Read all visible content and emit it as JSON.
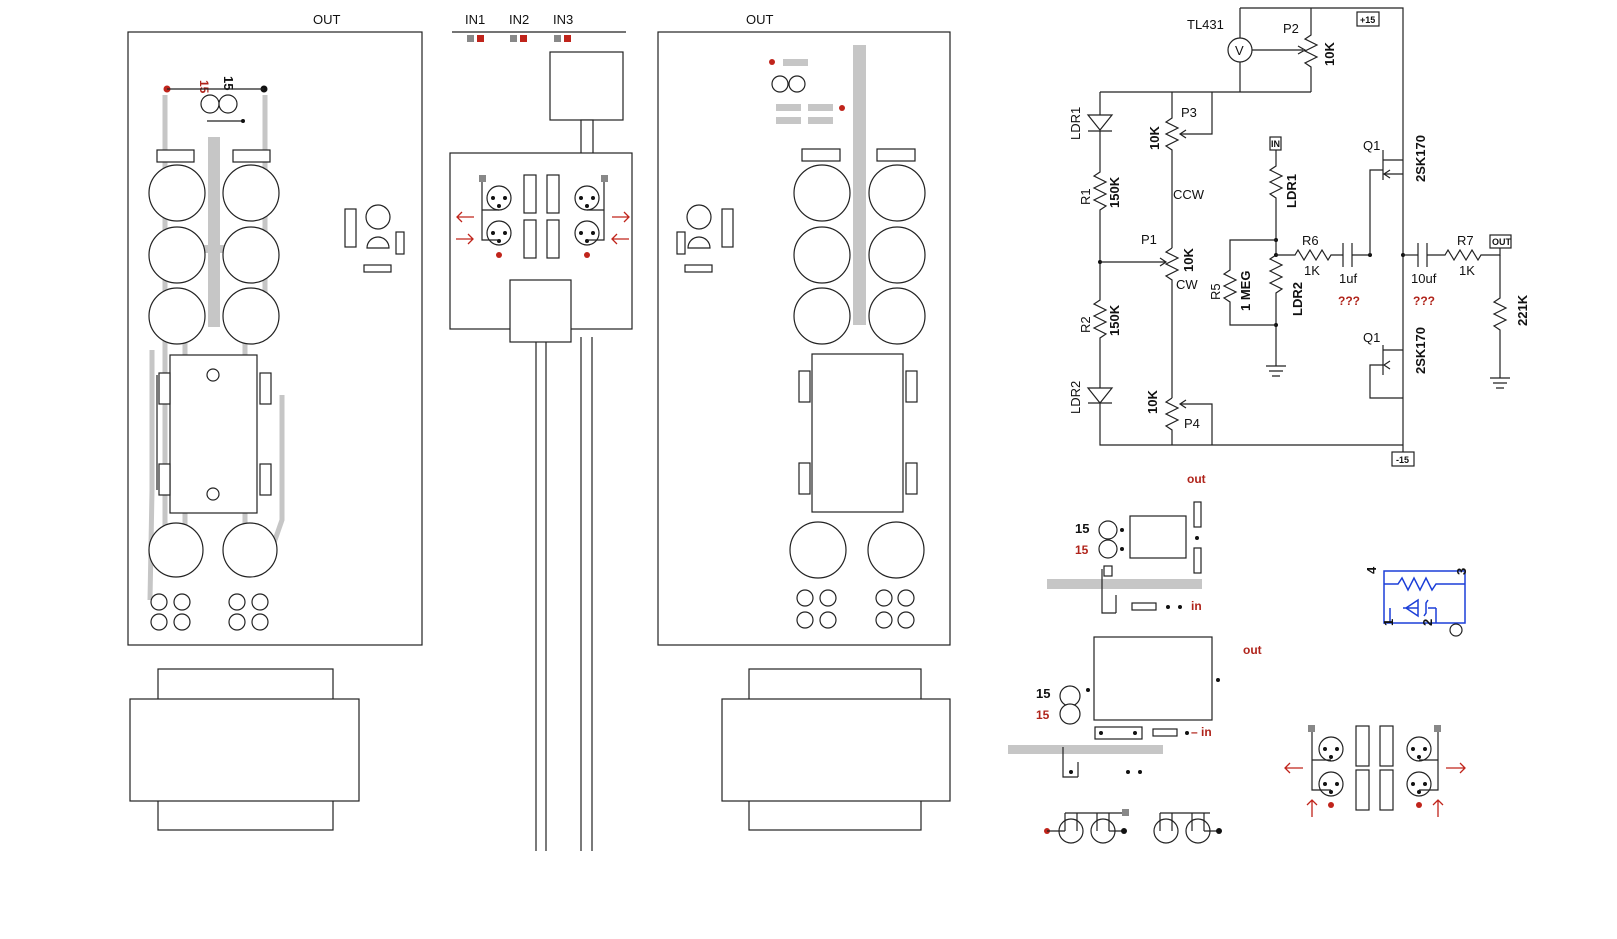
{
  "left_board": {
    "out_label": "OUT",
    "supply_label_red": "15",
    "supply_label_black": "15"
  },
  "input_board": {
    "inputs": [
      "IN1",
      "IN2",
      "IN3"
    ]
  },
  "right_board": {
    "out_label": "OUT"
  },
  "schematic": {
    "ic": "TL431",
    "meter": "V",
    "rail_pos": "+15",
    "rail_neg": "-15",
    "pot_p2": {
      "name": "P2",
      "value": "10K"
    },
    "pot_p3": {
      "name": "P3",
      "value": "10K"
    },
    "pot_p1": {
      "name": "P1",
      "value": "10K",
      "ccw": "CCW",
      "cw": "CW"
    },
    "pot_p4": {
      "name": "P4",
      "value": "10K"
    },
    "ldr1": "LDR1",
    "ldr2": "LDR2",
    "r1": {
      "name": "R1",
      "value": "150K"
    },
    "r2": {
      "name": "R2",
      "value": "150K"
    },
    "in_tag": "IN",
    "ldr1_b": "LDR1",
    "ldr2_b": "LDR2",
    "r5": {
      "name": "R5",
      "value": "1 MEG"
    },
    "r6": {
      "name": "R6",
      "value": "1K"
    },
    "c1": "1uf",
    "c1_q": "???",
    "c2": "10uf",
    "c2_q": "???",
    "r7": {
      "name": "R7",
      "value": "1K"
    },
    "out_tag": "OUT",
    "r_load": "221K",
    "q1_top": {
      "name": "Q1",
      "part": "2SK170"
    },
    "q1_bot": {
      "name": "Q1",
      "part": "2SK170"
    }
  },
  "detail1": {
    "label_out": "out",
    "label_in": "in",
    "supply_black": "15",
    "supply_red": "15"
  },
  "detail2": {
    "label_out": "out",
    "label_in": "– in",
    "supply_black": "15",
    "supply_red": "15"
  },
  "tl431_symbol": {
    "pins": [
      "4",
      "3",
      "1",
      "2"
    ]
  },
  "colors": {
    "trace": "#c6c6c6",
    "pad_red": "#c0241b",
    "pad_gray": "#888888",
    "ic_symbol": "#1c3fd8"
  }
}
